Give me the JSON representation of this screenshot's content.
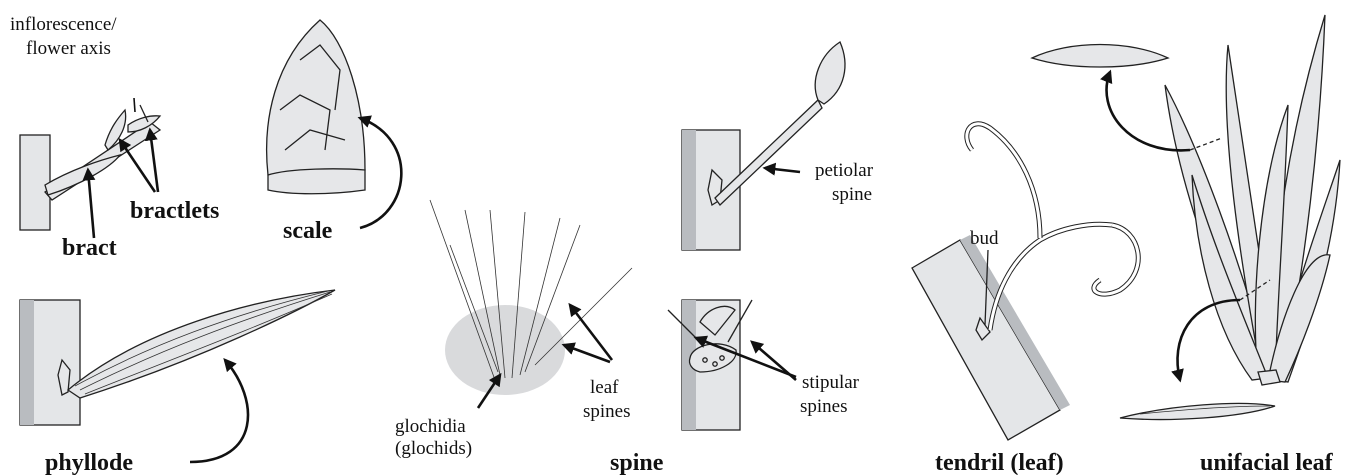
{
  "labels": {
    "inflorescence_line1": "inflorescence/",
    "inflorescence_line2": "flower axis",
    "bractlets": "bractlets",
    "bract": "bract",
    "scale": "scale",
    "phyllode": "phyllode",
    "glochidia_line1": "glochidia",
    "glochidia_line2": "(glochids)",
    "leaf_spines_line1": "leaf",
    "leaf_spines_line2": "spines",
    "spine": "spine",
    "petiolar_line1": "petiolar",
    "petiolar_line2": "spine",
    "stipular_line1": "stipular",
    "stipular_line2": "spines",
    "bud": "bud",
    "tendril": "tendril (leaf)",
    "unifacial": "unifacial leaf"
  },
  "colors": {
    "fill_light": "#e4e6e8",
    "fill_dark": "#b9bcc0",
    "glochidia_patch": "#d9dadc",
    "ink": "#111111"
  }
}
